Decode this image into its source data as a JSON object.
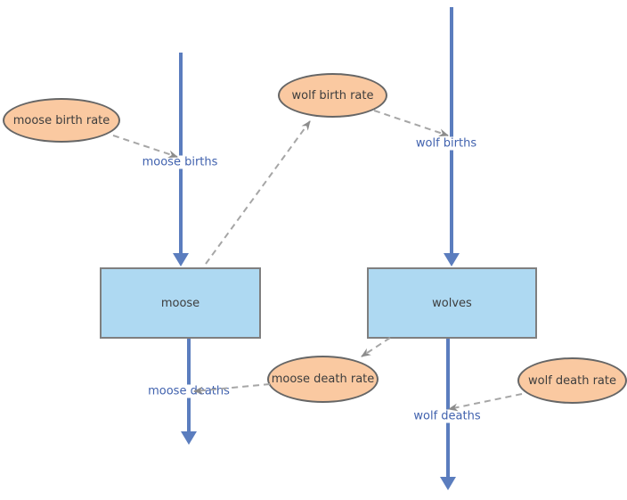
{
  "colors": {
    "background": "#ffffff",
    "stock_fill": "#aed9f2",
    "stock_border": "#7f7f7f",
    "flow_line": "#5b7dbe",
    "flow_label_text": "#4162ae",
    "variable_fill": "#fac9a1",
    "variable_border": "#666666",
    "shape_text": "#3d3d3d",
    "connector_line": "#a6a6a6"
  },
  "diagram": {
    "type": "system-dynamics-stock-and-flow",
    "stocks": [
      {
        "id": "moose",
        "label": "moose"
      },
      {
        "id": "wolves",
        "label": "wolves"
      }
    ],
    "flows": [
      {
        "id": "moose-births",
        "label": "moose births",
        "direction": "into moose"
      },
      {
        "id": "moose-deaths",
        "label": "moose deaths",
        "direction": "out of moose"
      },
      {
        "id": "wolf-births",
        "label": "wolf births",
        "direction": "into wolves"
      },
      {
        "id": "wolf-deaths",
        "label": "wolf deaths",
        "direction": "out of wolves"
      }
    ],
    "variables": [
      {
        "id": "moose-birth-rate",
        "label": "moose birth rate"
      },
      {
        "id": "wolf-birth-rate",
        "label": "wolf birth rate"
      },
      {
        "id": "moose-death-rate",
        "label": "moose death rate"
      },
      {
        "id": "wolf-death-rate",
        "label": "wolf death rate"
      }
    ],
    "connectors": [
      {
        "from": "moose-birth-rate",
        "to": "moose-births"
      },
      {
        "from": "moose",
        "to": "wolf-birth-rate"
      },
      {
        "from": "wolf-birth-rate",
        "to": "wolf-births"
      },
      {
        "from": "wolves",
        "to": "moose-death-rate"
      },
      {
        "from": "moose-death-rate",
        "to": "moose-deaths"
      },
      {
        "from": "wolf-death-rate",
        "to": "wolf-deaths"
      }
    ]
  }
}
